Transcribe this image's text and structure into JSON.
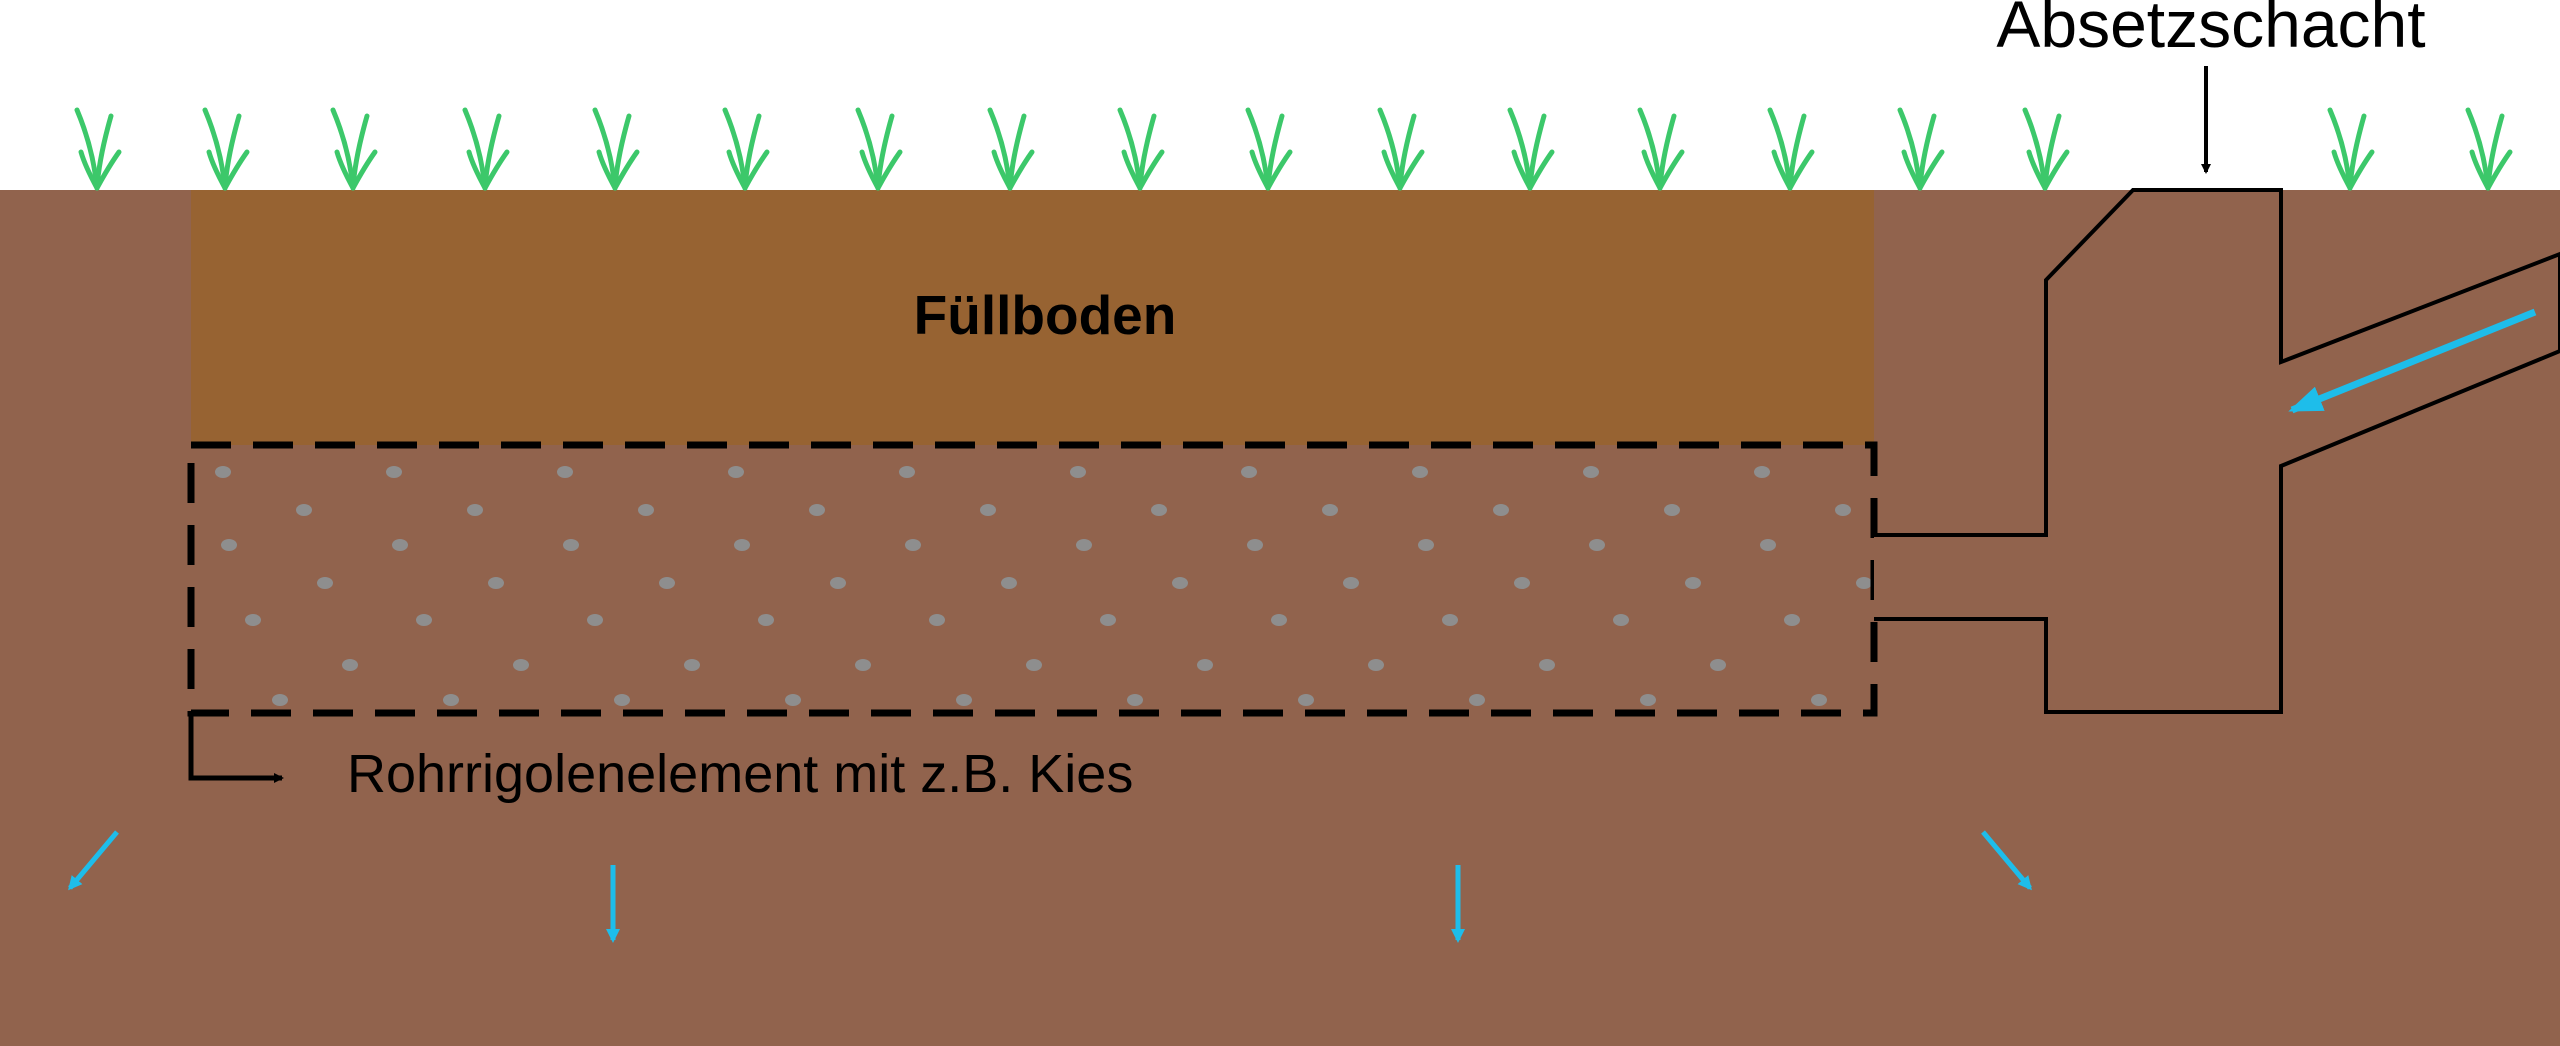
{
  "labels": {
    "fill_soil": "Füllboden",
    "trench_element": "Rohrrigolenelement mit z.B. Kies",
    "settling_shaft": "Absetzschacht"
  },
  "colors": {
    "soil": "#91634D",
    "fill_soil": "#976332",
    "grass": "#3CC86A",
    "water_arrow": "#1EBDEA",
    "gravel_dot": "#8E8E8E",
    "outline": "#000000"
  },
  "icons": {
    "grass": "grass-tuft-icon",
    "water_flow": "water-flow-arrow-icon",
    "seepage": "seepage-arrow-icon"
  }
}
